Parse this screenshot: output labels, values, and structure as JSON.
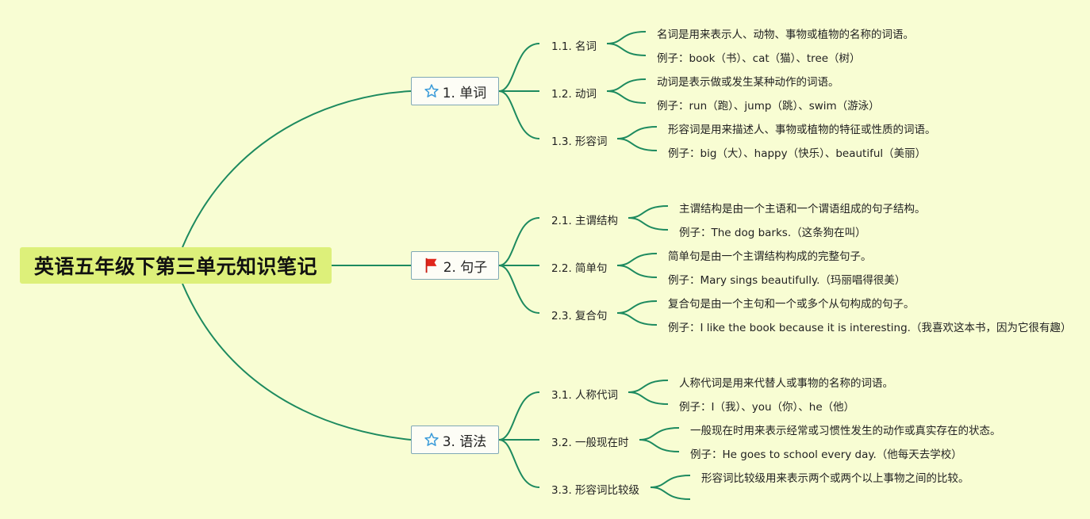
{
  "colors": {
    "background": "#f8fdd3",
    "root_fill": "#ddf07a",
    "line": "#1d8a5f",
    "branch_border": "#7fa8b5",
    "star": "#3a9bd9",
    "flag": "#e0261b"
  },
  "root": {
    "title": "英语五年级下第三单元知识笔记"
  },
  "branches": [
    {
      "label": "1. 单词",
      "icon": "star-icon",
      "subs": [
        {
          "label": "1.1. 名词",
          "leaves": [
            "名词是用来表示人、动物、事物或植物的名称的词语。",
            "例子：book（书）、cat（猫）、tree（树）"
          ]
        },
        {
          "label": "1.2. 动词",
          "leaves": [
            "动词是表示做或发生某种动作的词语。",
            "例子：run（跑）、jump（跳）、swim（游泳）"
          ]
        },
        {
          "label": "1.3. 形容词",
          "leaves": [
            "形容词是用来描述人、事物或植物的特征或性质的词语。",
            "例子：big（大）、happy（快乐）、beautiful（美丽）"
          ]
        }
      ]
    },
    {
      "label": "2. 句子",
      "icon": "flag-icon",
      "subs": [
        {
          "label": "2.1. 主谓结构",
          "leaves": [
            "主谓结构是由一个主语和一个谓语组成的句子结构。",
            "例子：The dog barks.（这条狗在叫）"
          ]
        },
        {
          "label": "2.2. 简单句",
          "leaves": [
            "简单句是由一个主谓结构构成的完整句子。",
            "例子：Mary sings beautifully.（玛丽唱得很美）"
          ]
        },
        {
          "label": "2.3. 复合句",
          "leaves": [
            "复合句是由一个主句和一个或多个从句构成的句子。",
            "例子：I like the book because it is interesting.（我喜欢这本书，因为它很有趣）"
          ]
        }
      ]
    },
    {
      "label": "3. 语法",
      "icon": "star-icon",
      "subs": [
        {
          "label": "3.1. 人称代词",
          "leaves": [
            "人称代词是用来代替人或事物的名称的词语。",
            "例子：I（我）、you（你）、he（他）"
          ]
        },
        {
          "label": "3.2. 一般现在时",
          "leaves": [
            "一般现在时用来表示经常或习惯性发生的动作或真实存在的状态。",
            "例子：He goes to school every day.（他每天去学校）"
          ]
        },
        {
          "label": "3.3. 形容词比较级",
          "leaves": [
            "形容词比较级用来表示两个或两个以上事物之间的比较。",
            ""
          ]
        }
      ]
    }
  ]
}
